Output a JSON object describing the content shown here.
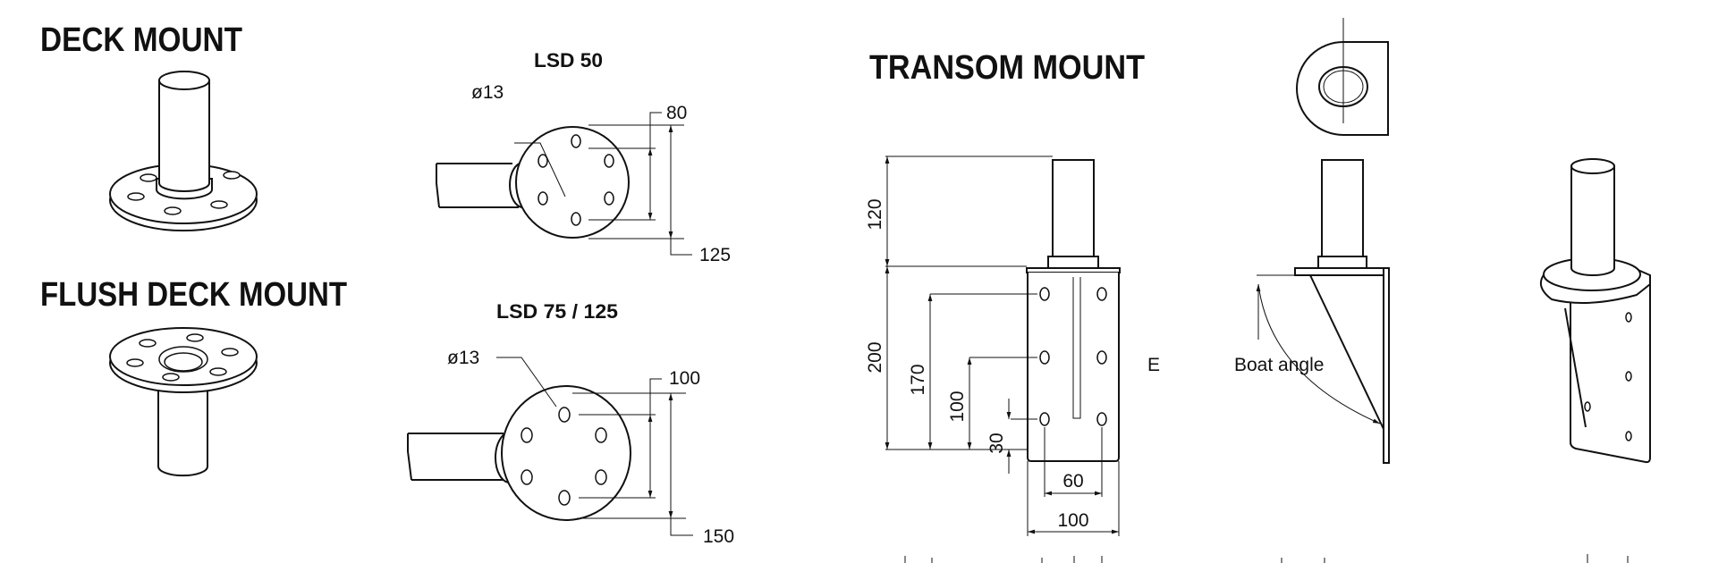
{
  "titles": {
    "deck_mount": "DECK MOUNT",
    "flush_deck_mount": "FLUSH DECK MOUNT",
    "transom_mount": "TRANSOM MOUNT"
  },
  "lsd50": {
    "label": "LSD 50",
    "hole_diameter": "ø13",
    "hole_spacing": "80",
    "plate_diameter": "125"
  },
  "lsd75": {
    "label": "LSD 75 / 125",
    "hole_diameter": "ø13",
    "hole_spacing": "100",
    "plate_diameter": "150"
  },
  "transom": {
    "pipe_height": "120",
    "plate_height": "200",
    "hole_top": "170",
    "hole_mid": "100",
    "hole_bottom": "30",
    "hole_width": "60",
    "plate_width": "100",
    "stray_letter": "E",
    "boat_angle": "Boat angle"
  }
}
